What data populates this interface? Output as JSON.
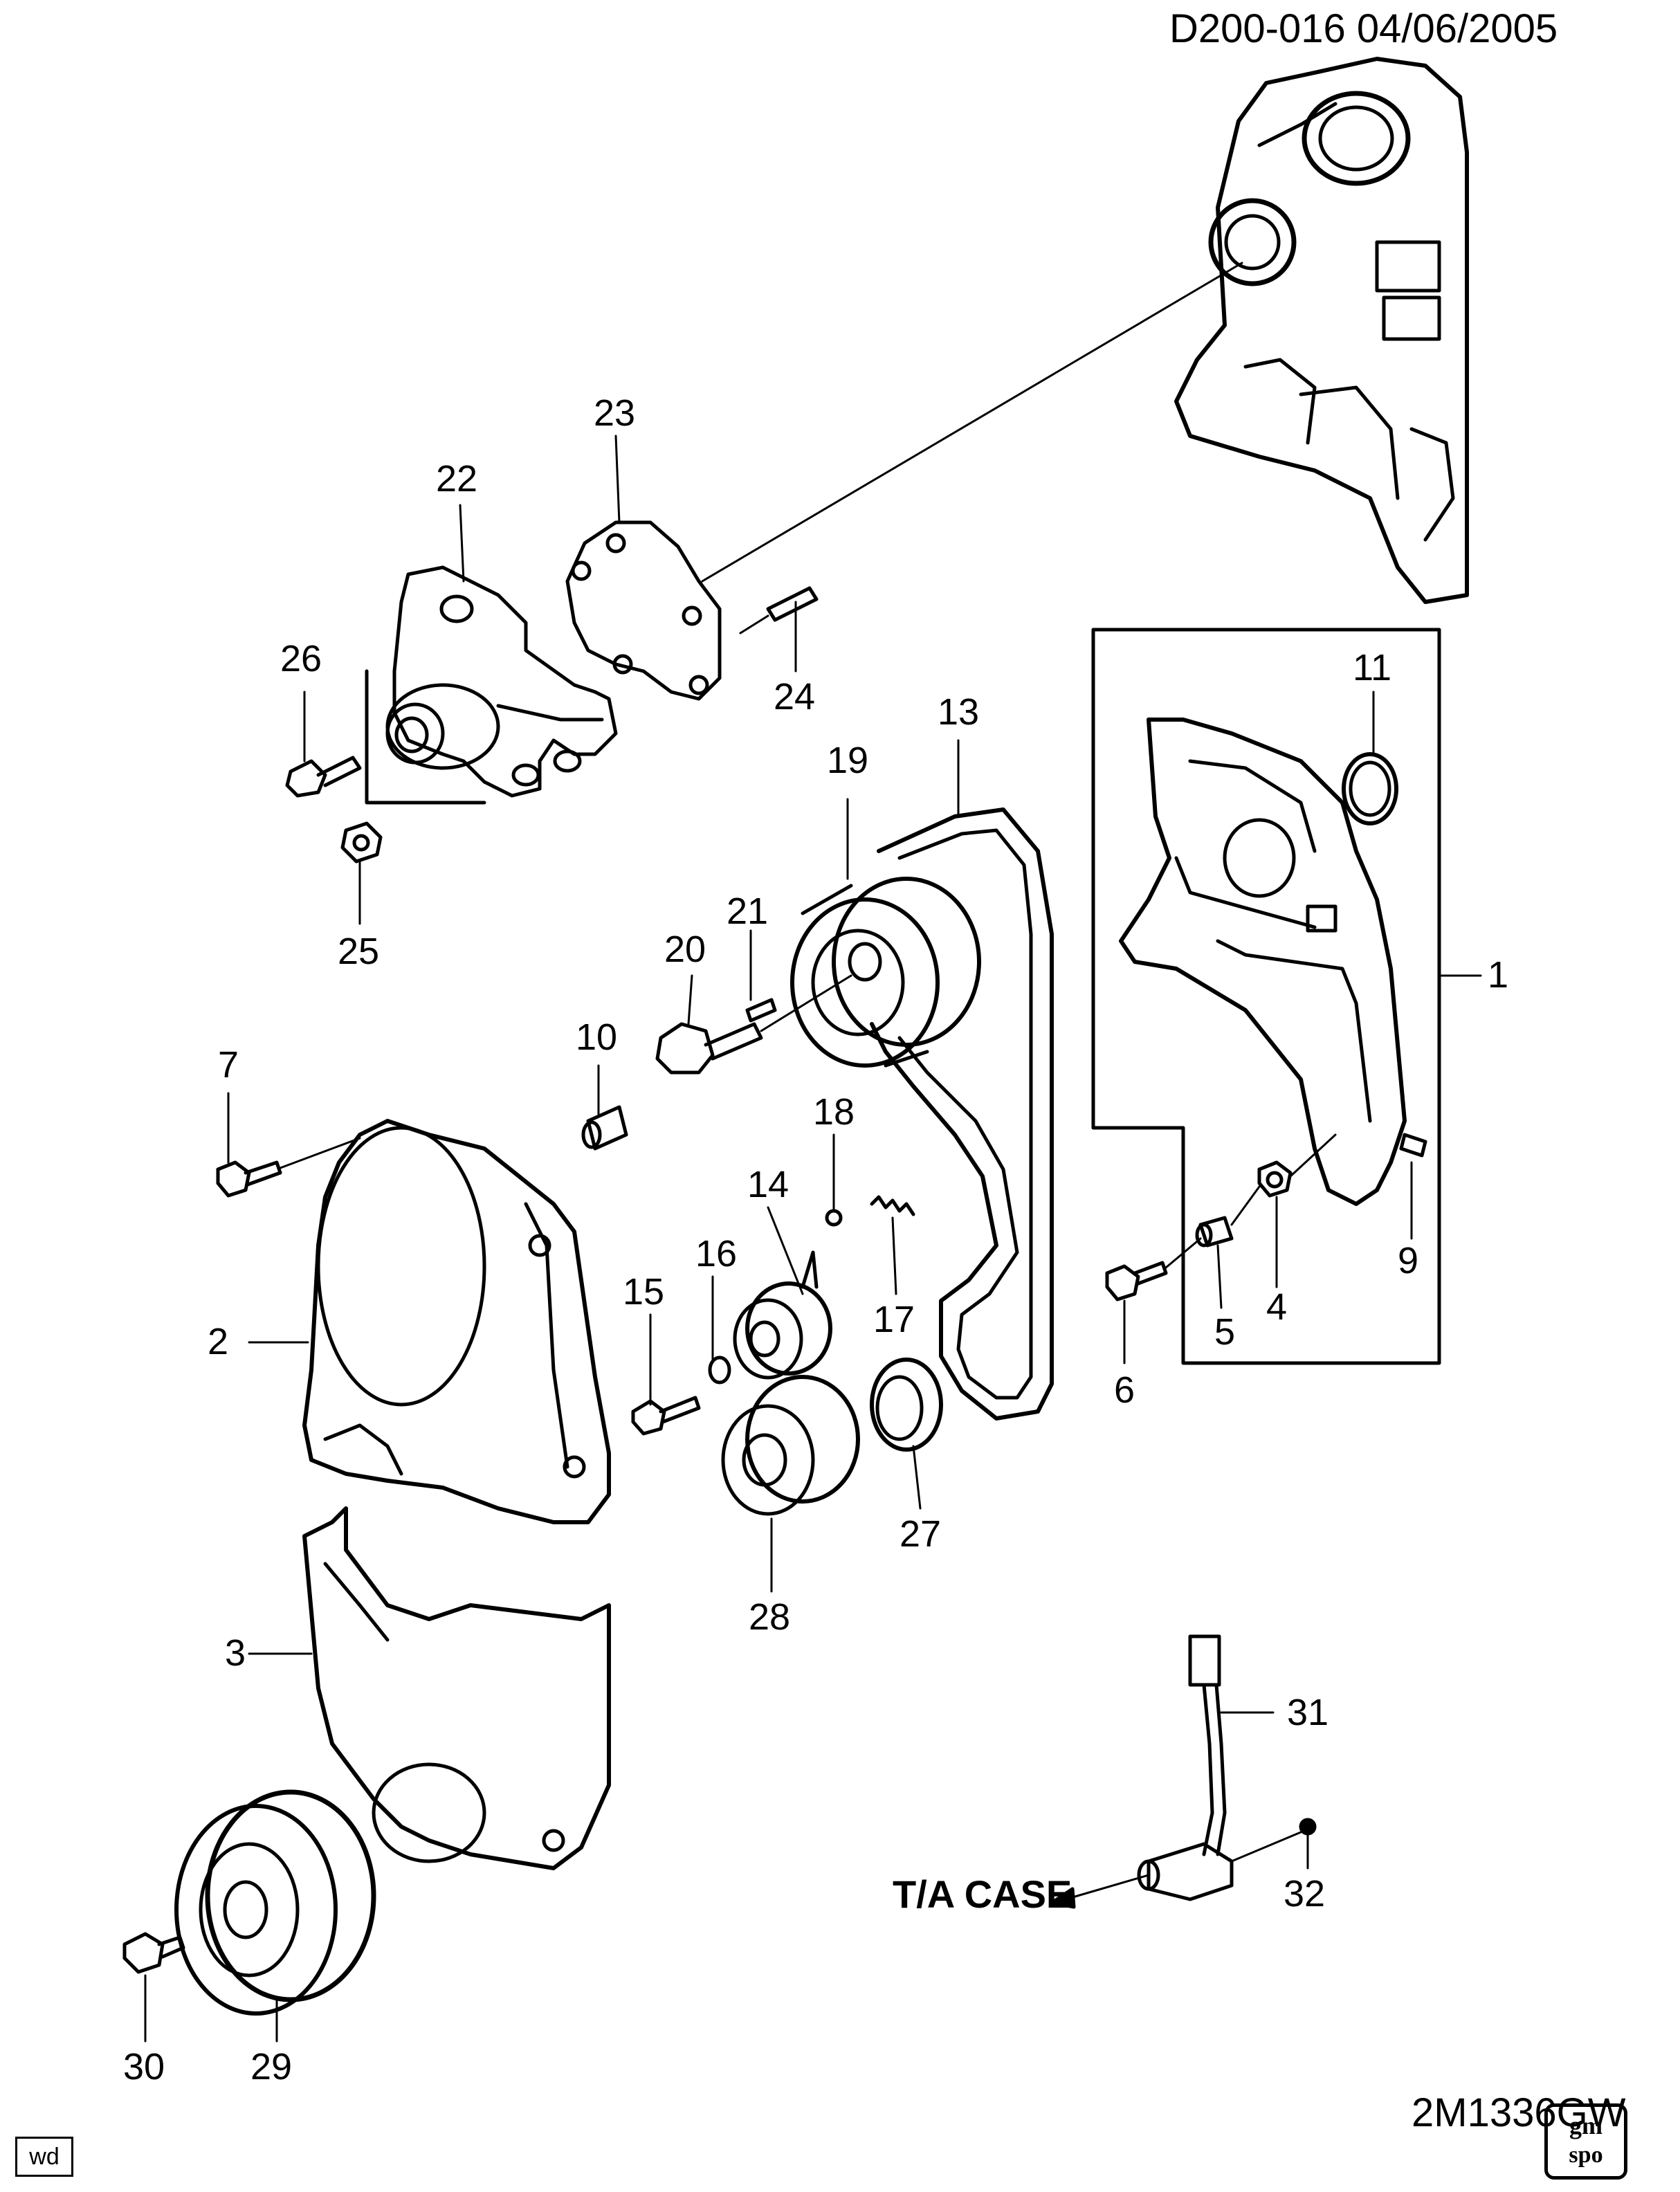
{
  "header": {
    "doc_id": "D200-016  04/06/2005",
    "code": "2M1336GW"
  },
  "badges": {
    "wd": "wd",
    "gm": "gm",
    "spo": "spo"
  },
  "labels": {
    "ta_case": "T/A CASE"
  },
  "callouts": [
    {
      "id": "1",
      "text": "1"
    },
    {
      "id": "2",
      "text": "2"
    },
    {
      "id": "3",
      "text": "3"
    },
    {
      "id": "4",
      "text": "4"
    },
    {
      "id": "5",
      "text": "5"
    },
    {
      "id": "6",
      "text": "6"
    },
    {
      "id": "7",
      "text": "7"
    },
    {
      "id": "9",
      "text": "9"
    },
    {
      "id": "10",
      "text": "10"
    },
    {
      "id": "11",
      "text": "11"
    },
    {
      "id": "13",
      "text": "13"
    },
    {
      "id": "14",
      "text": "14"
    },
    {
      "id": "15",
      "text": "15"
    },
    {
      "id": "16",
      "text": "16"
    },
    {
      "id": "17",
      "text": "17"
    },
    {
      "id": "18",
      "text": "18"
    },
    {
      "id": "19",
      "text": "19"
    },
    {
      "id": "20",
      "text": "20"
    },
    {
      "id": "21",
      "text": "21"
    },
    {
      "id": "22",
      "text": "22"
    },
    {
      "id": "23",
      "text": "23"
    },
    {
      "id": "24",
      "text": "24"
    },
    {
      "id": "25",
      "text": "25"
    },
    {
      "id": "26",
      "text": "26"
    },
    {
      "id": "27",
      "text": "27"
    },
    {
      "id": "28",
      "text": "28"
    },
    {
      "id": "29",
      "text": "29"
    },
    {
      "id": "30",
      "text": "30"
    },
    {
      "id": "31",
      "text": "31"
    },
    {
      "id": "32",
      "text": "32"
    }
  ]
}
